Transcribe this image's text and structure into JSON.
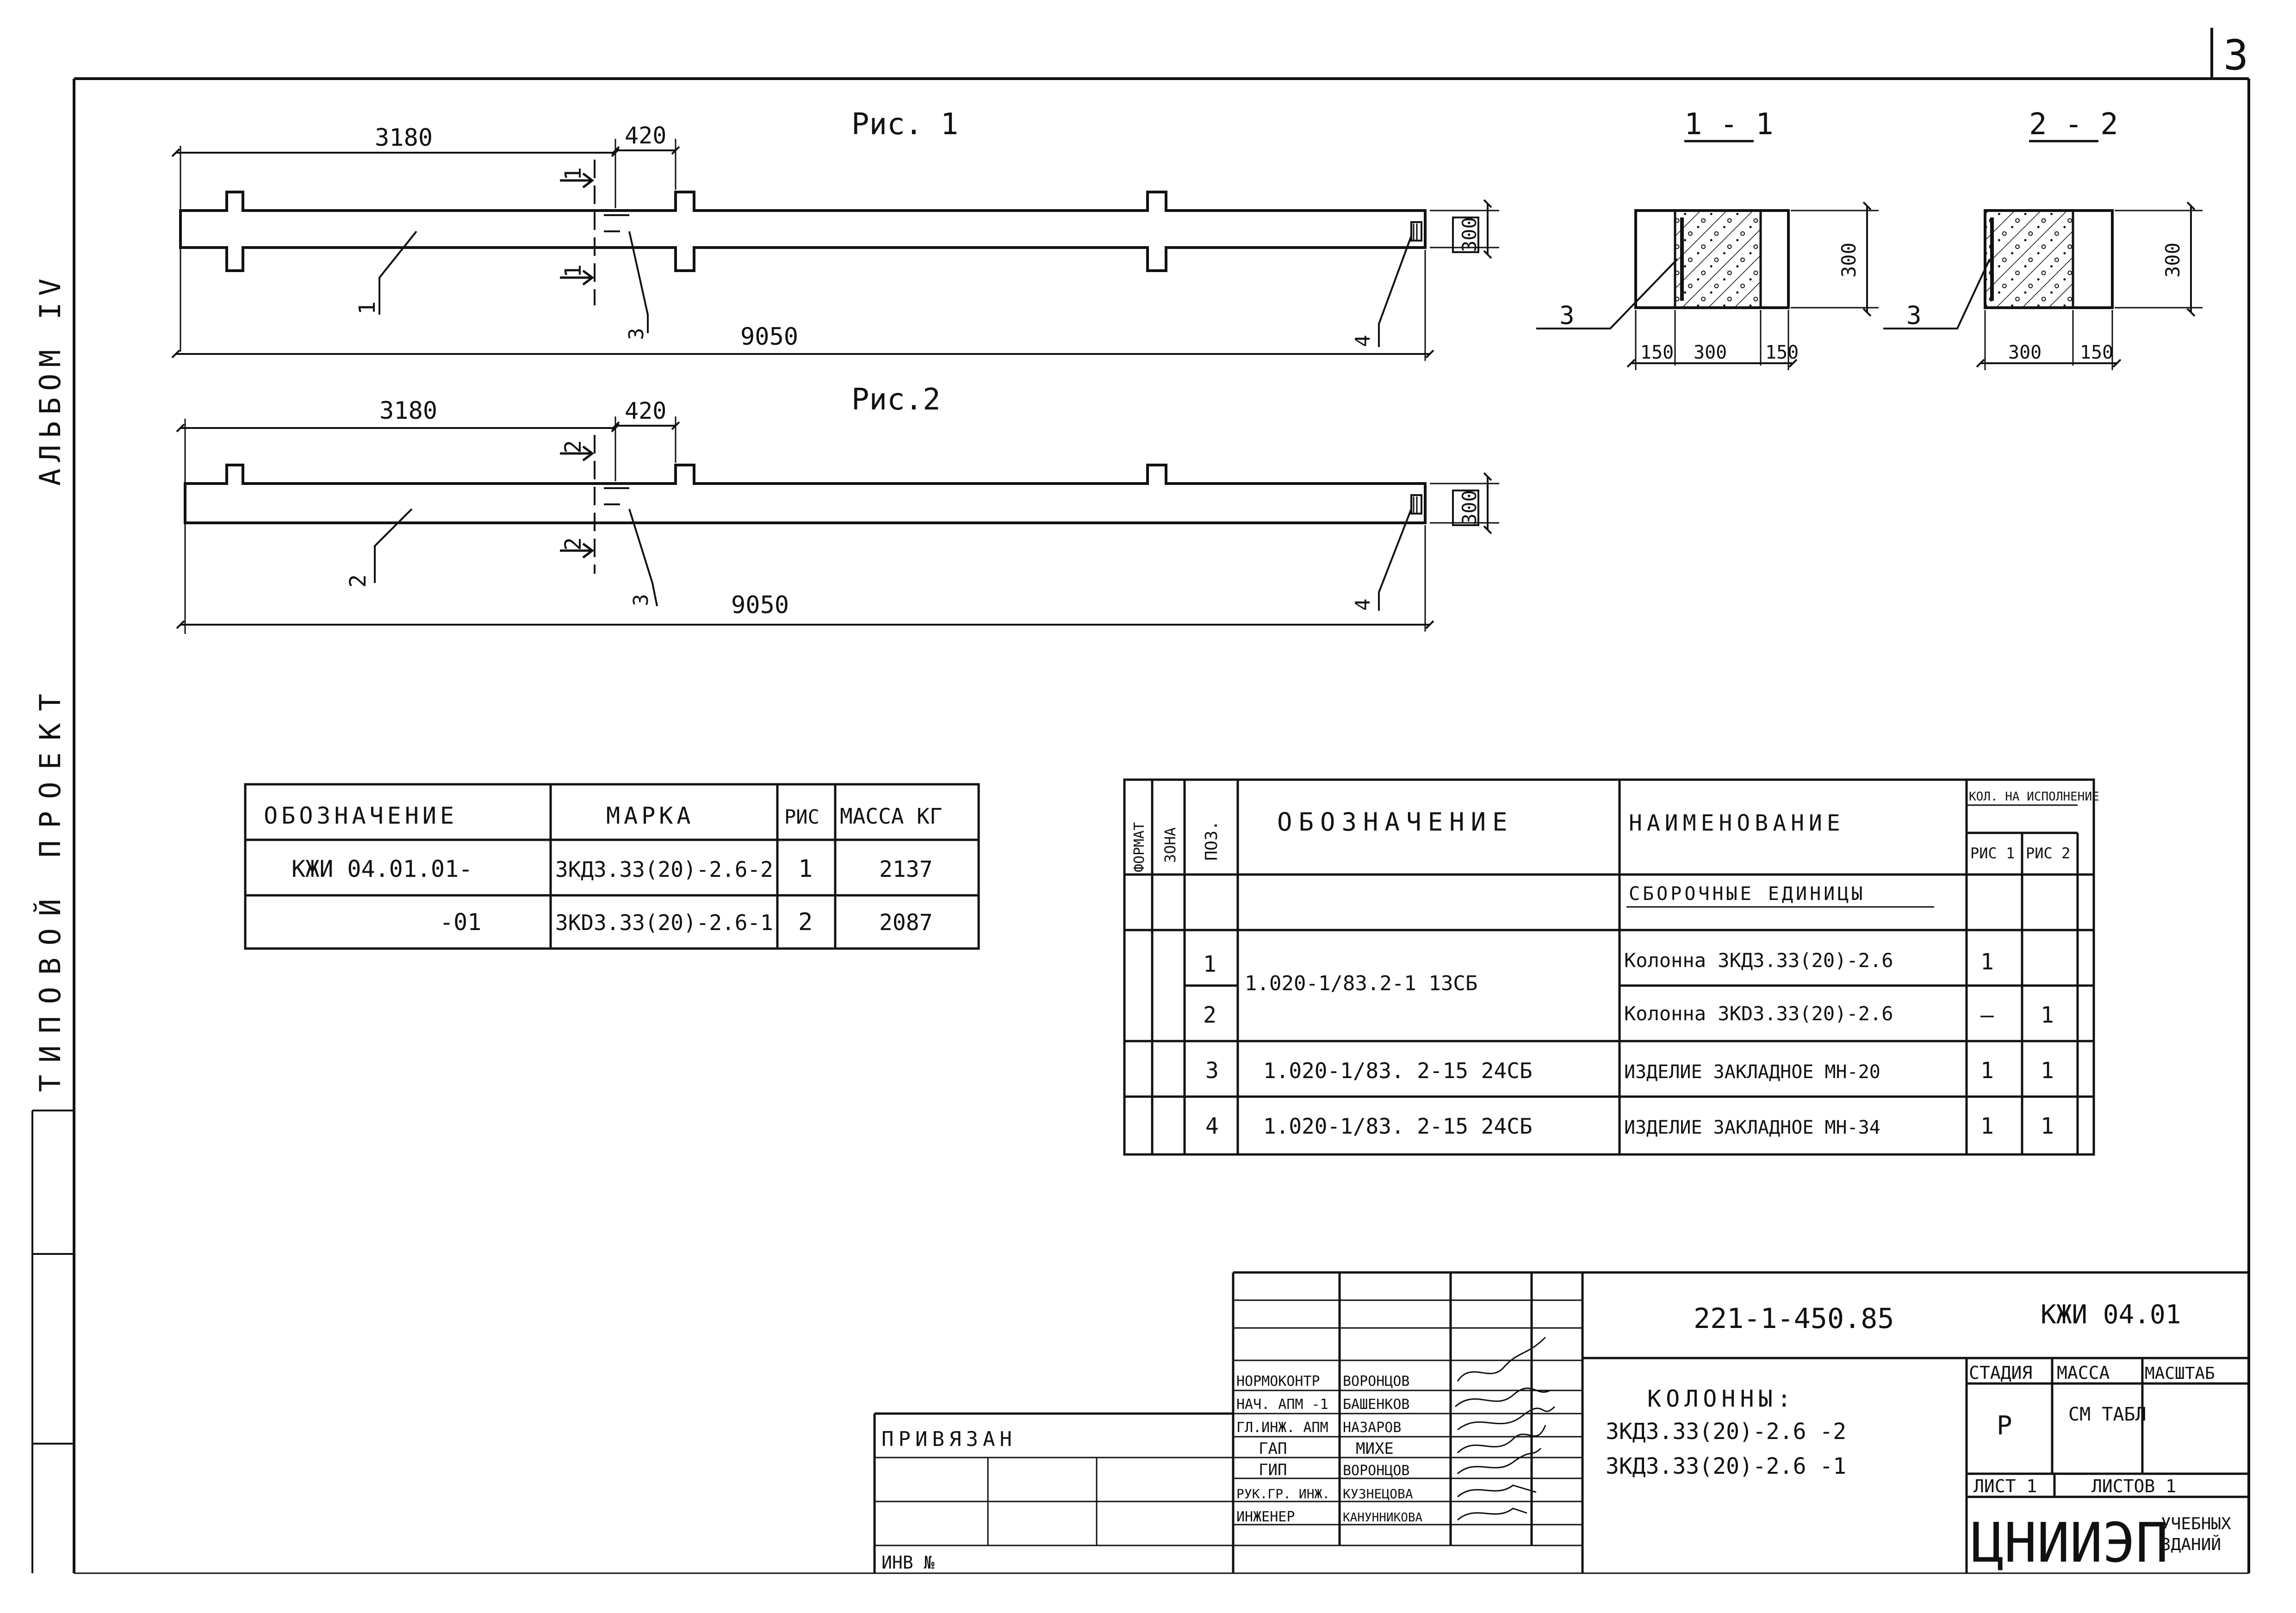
{
  "sheet": {
    "number": "3"
  },
  "side_stamp": {
    "album": "АЛЬБОМ IV",
    "project": "ТИПОВОЙ ПРОЕКТ"
  },
  "fig1": {
    "title": "Рис. 1",
    "dim_left": "3180",
    "dim_gap": "420",
    "dim_total": "9050",
    "dim_height": "300",
    "section_label": "1",
    "callouts": [
      "1",
      "3",
      "4"
    ]
  },
  "fig2": {
    "title": "Рис.2",
    "dim_left": "3180",
    "dim_gap": "420",
    "dim_total": "9050",
    "dim_height": "300",
    "section_label": "2",
    "callouts": [
      "2",
      "3",
      "4"
    ]
  },
  "section11": {
    "title": "1 - 1",
    "dims": [
      "150",
      "300",
      "150"
    ],
    "height": "300",
    "callout": "3"
  },
  "section22": {
    "title": "2 - 2",
    "dims": [
      "300",
      "150"
    ],
    "height": "300",
    "callout": "3"
  },
  "mass_table": {
    "headers": [
      "ОБОЗНАЧЕНИЕ",
      "МАРКА",
      "РИС",
      "МАССА КГ"
    ],
    "rows": [
      [
        "КЖИ 04.01.01-",
        "3КД3.33(20)-2.6-2",
        "1",
        "2137"
      ],
      [
        "-01",
        "3КD3.33(20)-2.6-1",
        "2",
        "2087"
      ]
    ]
  },
  "spec_table": {
    "headers": {
      "format": "ФОРМАТ",
      "zone": "ЗОНА",
      "pos": "ПОЗ.",
      "designation": "ОБОЗНАЧЕНИЕ",
      "name": "НАИМЕНОВАНИЕ",
      "qty": "КОЛ. НА ИСПОЛНЕНИЕ",
      "qty1": "РИС 1",
      "qty2": "РИС 2"
    },
    "section": "СБОРОЧНЫЕ ЕДИНИЦЫ",
    "merged_designation": "1.020-1/83.2-1   13СБ",
    "rows": [
      {
        "pos": "1",
        "designation": "",
        "name": "Колонна 3КД3.33(20)-2.6",
        "q1": "1",
        "q2": ""
      },
      {
        "pos": "2",
        "designation": "",
        "name": "Колонна 3КD3.33(20)-2.6",
        "q1": "–",
        "q2": "1"
      },
      {
        "pos": "3",
        "designation": "1.020-1/83. 2-15  24СБ",
        "name": "ИЗДЕЛИЕ ЗАКЛАДНОЕ  МН-20",
        "q1": "1",
        "q2": "1"
      },
      {
        "pos": "4",
        "designation": "1.020-1/83. 2-15  24СБ",
        "name": "ИЗДЕЛИЕ ЗАКЛАДНОЕ МН-34",
        "q1": "1",
        "q2": "1"
      }
    ]
  },
  "title_block": {
    "code": "221-1-450.85",
    "mark": "КЖИ 04.01",
    "title_lines": [
      "КОЛОННЫ:",
      "3КД3.33(20)-2.6 -2",
      "3КД3.33(20)-2.6 -1"
    ],
    "staff": [
      {
        "role": "НОРМОКОНТР",
        "name": "ВОРОНЦОВ"
      },
      {
        "role": "НАЧ. АПМ -1",
        "name": "БАШЕНКОВ"
      },
      {
        "role": "ГЛ.ИНЖ. АПМ",
        "name": "НАЗАРОВ"
      },
      {
        "role": "ГАП",
        "name": "МИХЕ"
      },
      {
        "role": "ГИП",
        "name": "ВОРОНЦОВ"
      },
      {
        "role": "РУК.ГР. ИНЖ.",
        "name": "КУЗНЕЦОВА"
      },
      {
        "role": "ИНЖЕНЕР",
        "name": "КАНУННИКОВА"
      }
    ],
    "stage_header": "СТАДИЯ",
    "mass_header": "МАССА",
    "scale_header": "МАСШТАБ",
    "stage": "Р",
    "mass_value": "СМ ТАБЛ",
    "sheet_label": "ЛИСТ 1",
    "sheets_label": "ЛИСТОВ 1",
    "org": "ЦНИИЭП",
    "org_sub": [
      "УЧЕБНЫХ",
      "ЗДАНИЙ"
    ],
    "privyazan": "ПРИВЯЗАН",
    "inv": "ИНВ №"
  }
}
